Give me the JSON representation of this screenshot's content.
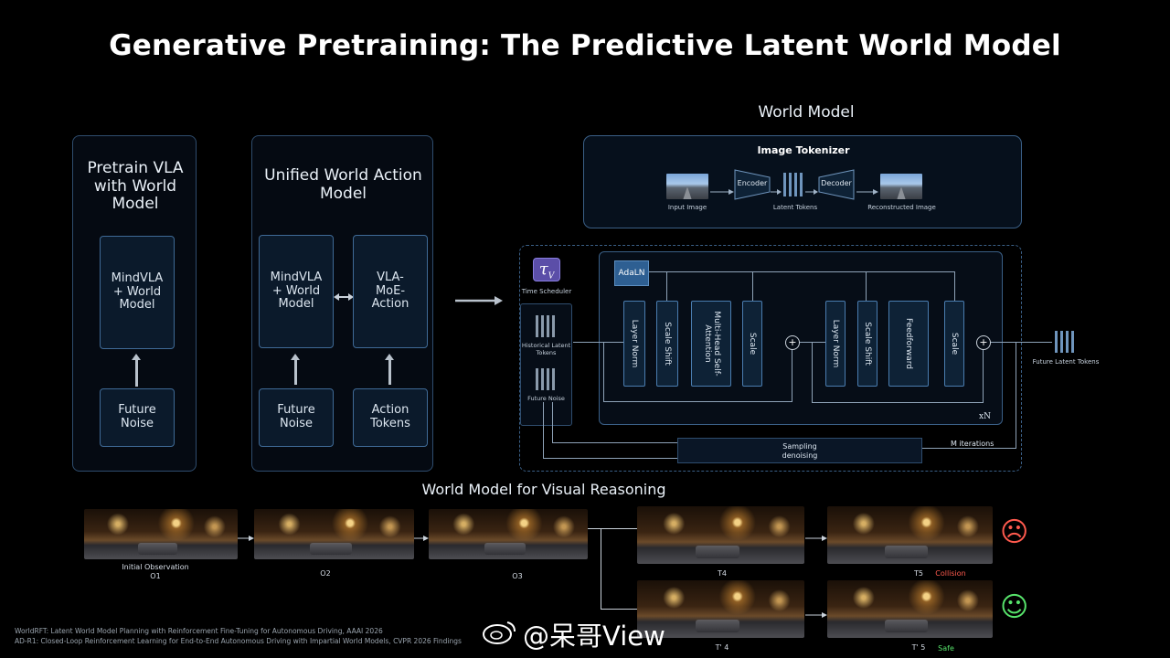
{
  "title": "Generative Pretraining: The Predictive Latent World Model",
  "left_panel": {
    "title": "Pretrain VLA with World Model",
    "model": "MindVLA + World Model",
    "input": "Future Noise"
  },
  "middle_panel": {
    "title": "Unified World Action Model",
    "model_left": "MindVLA + World Model",
    "model_right": "VLA-MoE-Action",
    "input_left": "Future Noise",
    "input_right": "Action Tokens"
  },
  "world_model": {
    "heading": "World Model",
    "tokenizer": {
      "title": "Image Tokenizer",
      "encoder": "Encoder",
      "decoder": "Decoder",
      "input_label": "Input Image",
      "tokens_label": "Latent Tokens",
      "output_label": "Reconstructed Image"
    },
    "time_scheduler_symbol": "τ",
    "time_scheduler_sub": "V",
    "time_scheduler_label": "Time Scheduler",
    "adaln": "AdaLN",
    "historical_tokens": "Historical Latent Tokens",
    "future_noise": "Future Noise",
    "blocks": {
      "layer_norm_1": "Layer Norm",
      "scale_shift_1": "Scale Shift",
      "mhsa": "Multi-Head Self-Attention",
      "scale_1": "Scale",
      "layer_norm_2": "Layer Norm",
      "scale_shift_2": "Scale Shift",
      "feedforward": "Feedforward",
      "scale_2": "Scale"
    },
    "plus": "+",
    "repeat": "xN",
    "sampling_line1": "Sampling",
    "sampling_line2": "denoising",
    "iterations": "M iterations",
    "output": "Future Latent Tokens"
  },
  "reasoning": {
    "heading": "World Model for Visual Reasoning",
    "obs1_line1": "Initial Observation",
    "obs1_line2": "O1",
    "obs2": "O2",
    "obs3": "O3",
    "t4": "T4",
    "t5": "T5",
    "collision": "Collision",
    "t4p": "T' 4",
    "t5p": "T' 5",
    "safe": "Safe",
    "sad_face": "☹",
    "happy_face": "☺",
    "collision_color": "#ff5a4e",
    "safe_color": "#57e36b"
  },
  "references": {
    "line1": "WorldRFT: Latent World Model Planning with Reinforcement Fine-Tuning for Autonomous Driving, AAAI 2026",
    "line2": "AD-R1: Closed-Loop Reinforcement Learning for End-to-End Autonomous Driving with Impartial World Models, CVPR 2026 Findings"
  },
  "watermark": "@呆哥View"
}
